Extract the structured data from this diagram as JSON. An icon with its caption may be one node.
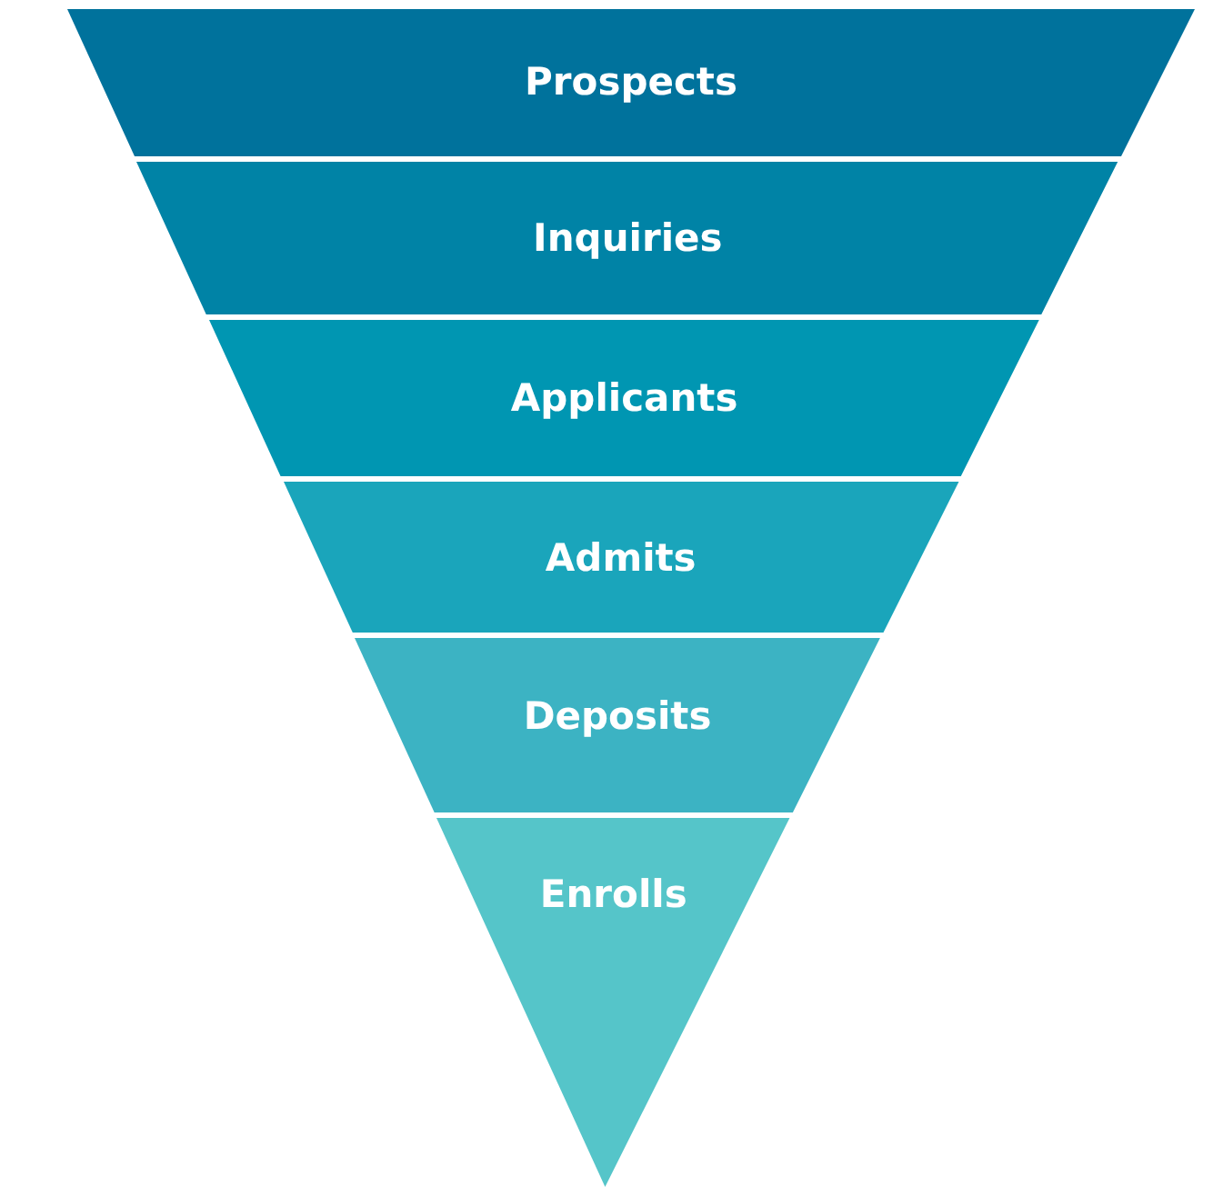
{
  "diagram": {
    "nodes": [
      {
        "text": [
          "Prospects"
        ]
      },
      {
        "text": [
          "Inquiries"
        ]
      },
      {
        "text": [
          "Applicants"
        ]
      },
      {
        "text": [
          "Admits"
        ]
      },
      {
        "text": [
          "Deposits"
        ]
      },
      {
        "text": [
          "Enrolls"
        ]
      }
    ]
  }
}
